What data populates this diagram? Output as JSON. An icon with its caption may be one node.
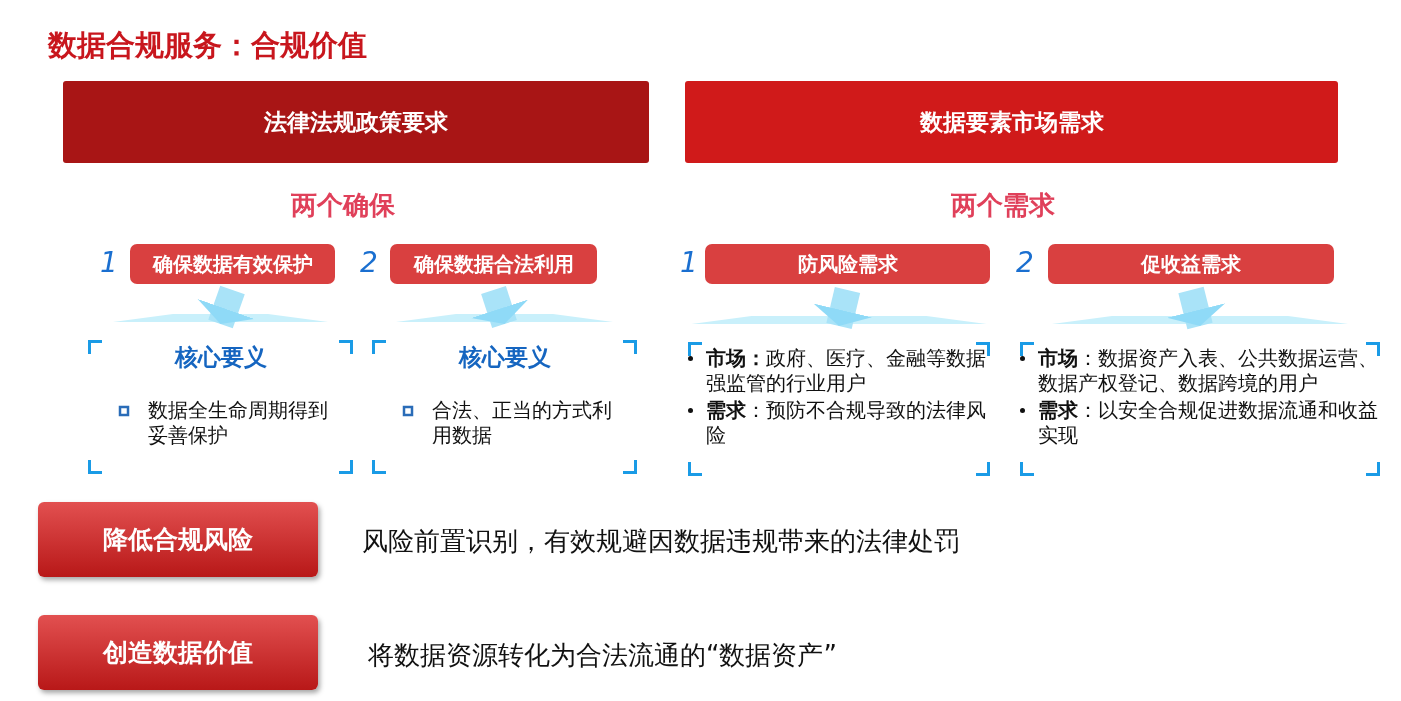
{
  "diagram": {
    "title": "数据合规服务：合规价值",
    "nodes": [
      {
        "text": [
          "法律法规政策要求"
        ]
      },
      {
        "text": [
          "数据要素市场需求"
        ]
      },
      {
        "text": [
          "确保数据有效保护"
        ],
        "beside": [
          "1"
        ]
      },
      {
        "text": [
          "确保数据合法利用"
        ],
        "beside": [
          "2"
        ]
      },
      {
        "text": [
          "防风险需求"
        ],
        "beside": [
          "1"
        ]
      },
      {
        "text": [
          "促收益需求"
        ],
        "beside": [
          "2"
        ]
      },
      {
        "text": [
          "核心要义",
          "数据全生命周期得到妥善保护"
        ]
      },
      {
        "text": [
          "核心要义",
          "合法、正当的方式利用数据"
        ]
      },
      {
        "text": [
          "**市场：**政府、医疗、金融等数据强监管的行业用户",
          "**需求**：预防不合规导致的法律风险"
        ]
      },
      {
        "text": [
          "**市场**：数据资产入表、公共数据运营、数据产权登记、数据跨境的用户",
          "**需求**：以安全合规促进数据流通和收益实现"
        ]
      },
      {
        "text": [
          "降低合规风险"
        ],
        "beside": [
          "风险前置识别，有效规避因数据违规带来的法律处罚"
        ]
      },
      {
        "text": [
          "创造数据价值"
        ],
        "beside": [
          "将数据资源转化为合法流通的“数据资产”"
        ]
      }
    ],
    "edges": [
      {
        "from": 2,
        "to": 6,
        "arrow": "to"
      },
      {
        "from": 3,
        "to": 7,
        "arrow": "to"
      },
      {
        "from": 4,
        "to": 8,
        "arrow": "to"
      },
      {
        "from": 5,
        "to": 9,
        "arrow": "to"
      }
    ],
    "labels": [
      "两个确保",
      "两个需求"
    ]
  }
}
